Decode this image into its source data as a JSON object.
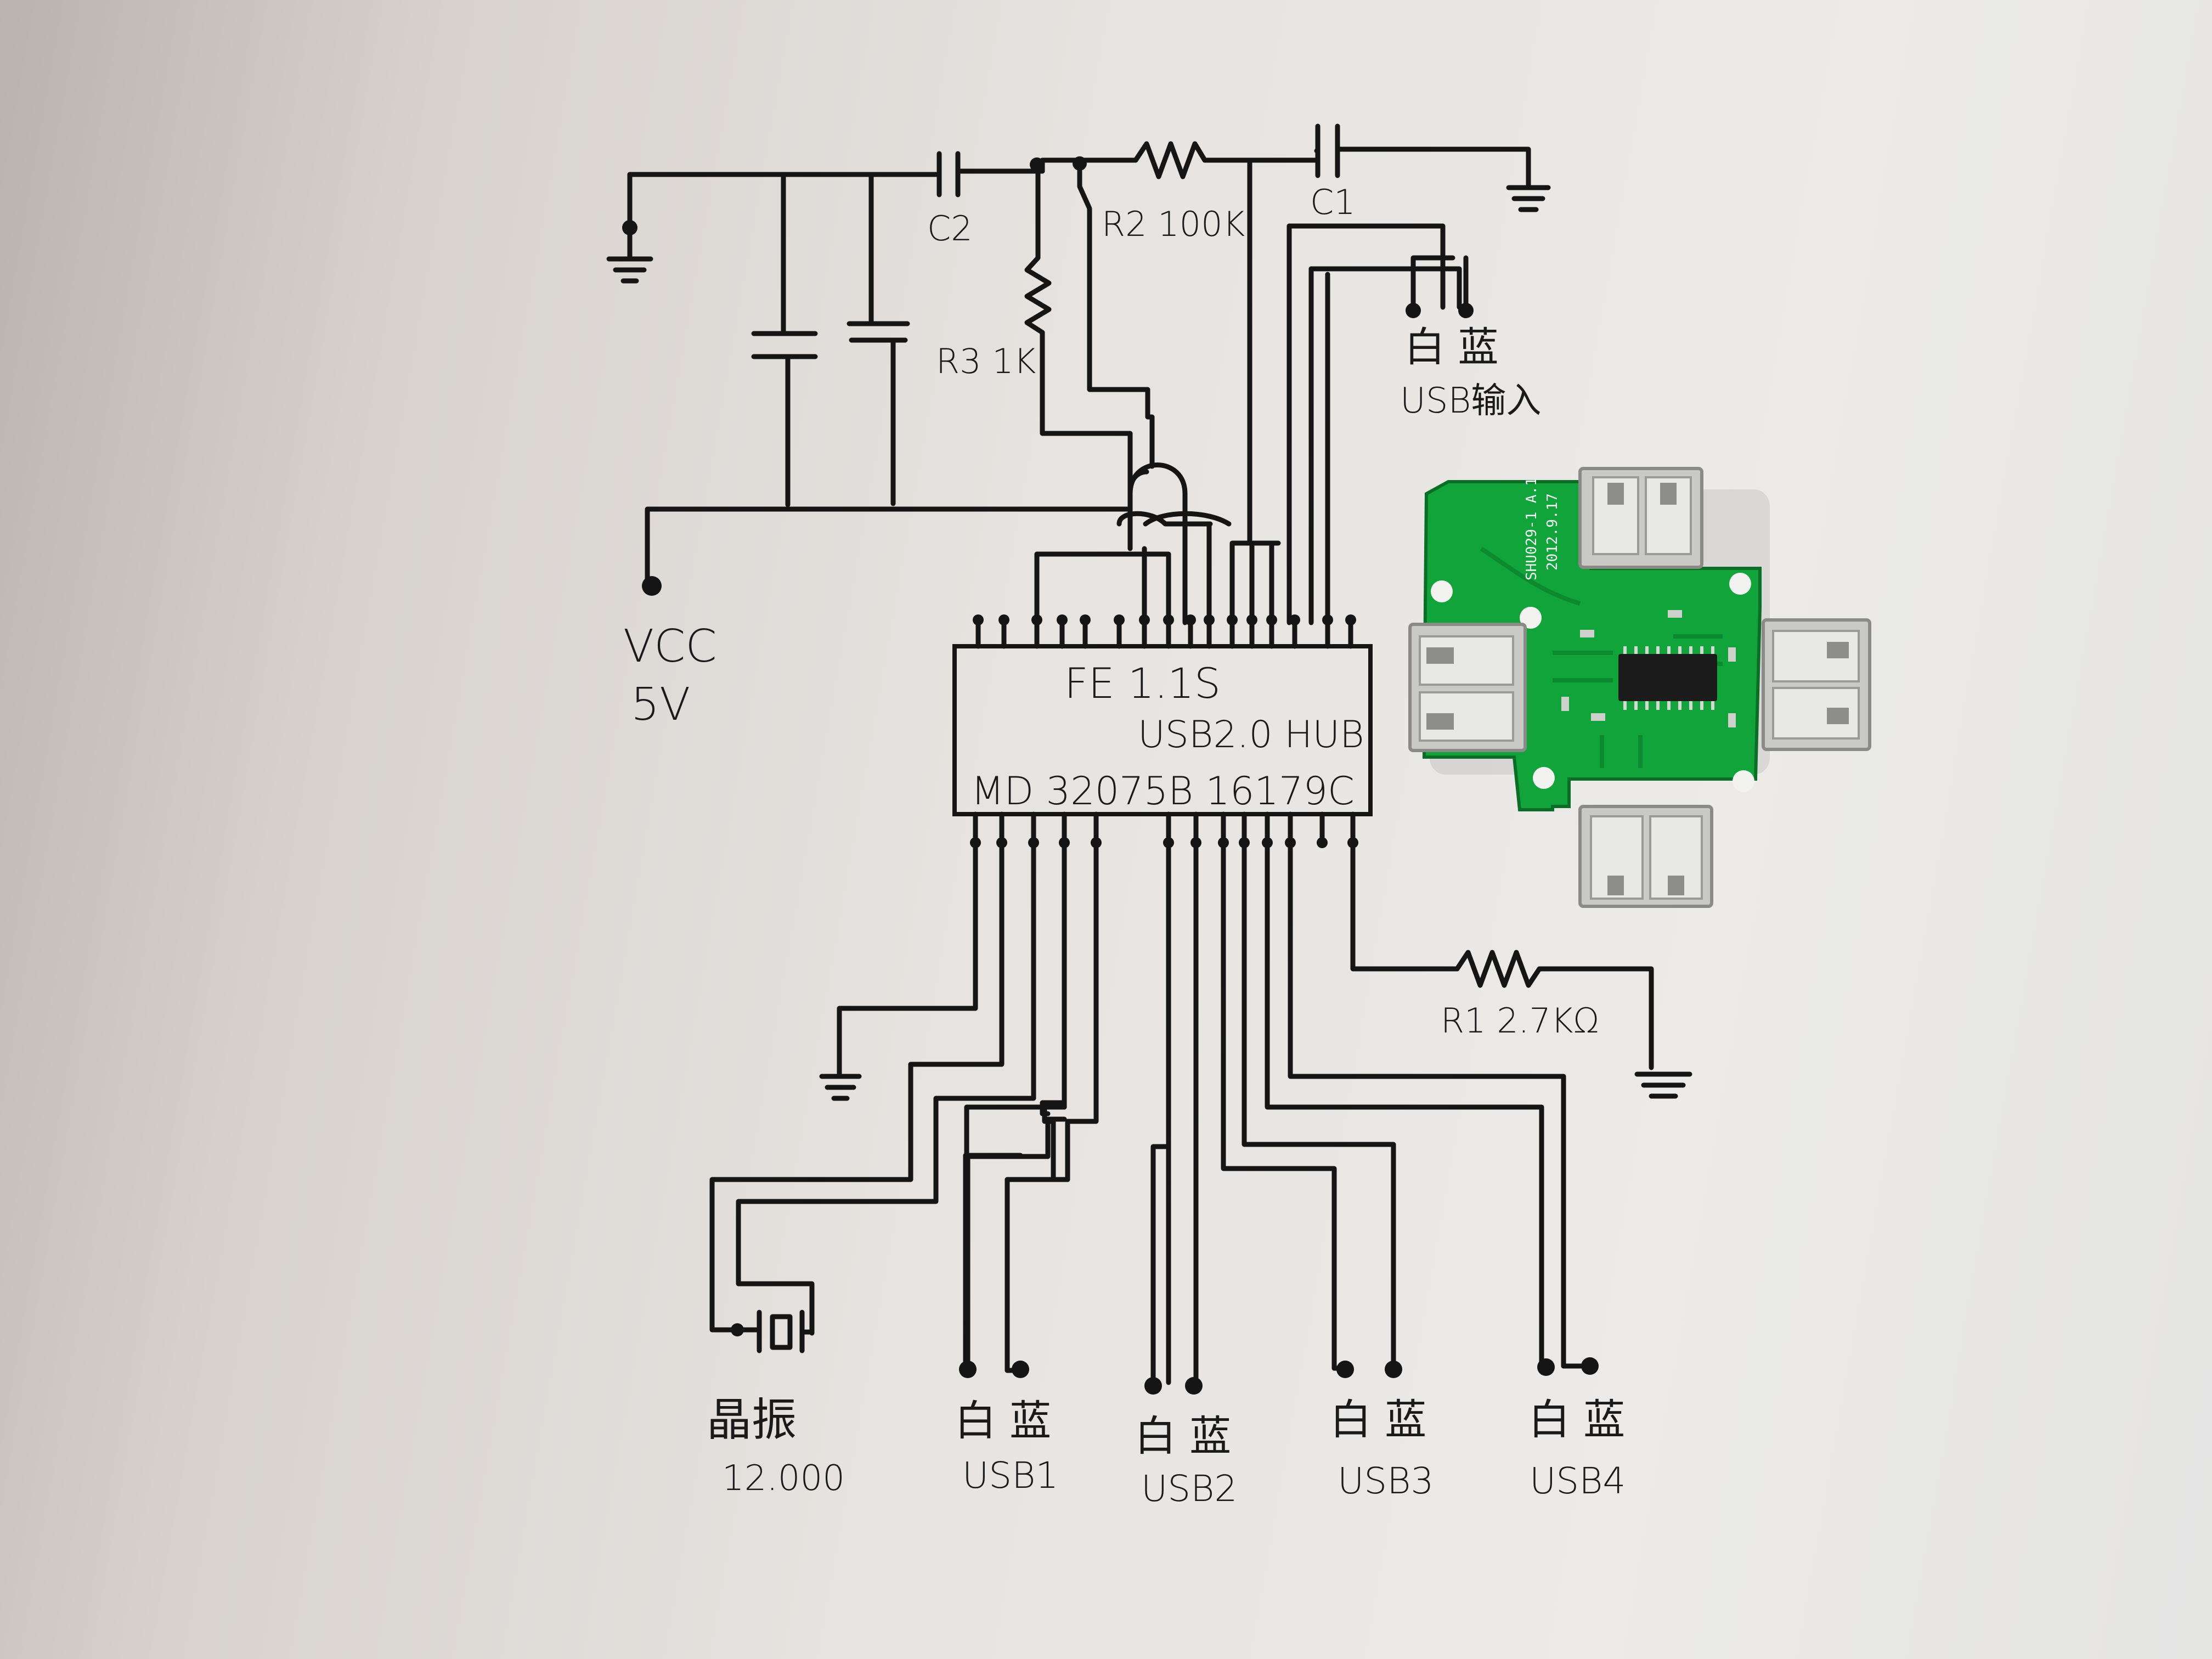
{
  "labels": {
    "c2": "C2",
    "c1": "C1",
    "r2": "R2 100K",
    "r3": "R3 1K",
    "r1": "R1 2.7KΩ",
    "vcc": "VCC",
    "vcc_volt": "5V",
    "usb_in_colors": "白 蓝",
    "usb_in": "USB输入",
    "crystal": "晶振",
    "crystal_freq": "12.000",
    "port_colors": "白 蓝",
    "usb1": "USB1",
    "usb2": "USB2",
    "usb3": "USB3",
    "usb4": "USB4"
  },
  "chip": {
    "line1": "FE 1.1S",
    "line2": "USB2.0 HUB",
    "line3": "MD 32075B 16179C"
  },
  "board": {
    "model": "SHU029-1 A.1",
    "date": "2012.9.17"
  }
}
